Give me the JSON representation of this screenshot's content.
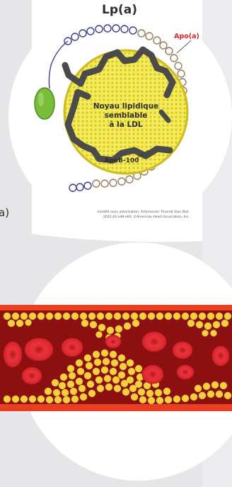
{
  "diagram": {
    "title": "Lp(a)",
    "labels": {
      "apo_a": "Apo(a)",
      "core_line1": "Noyau lipidique",
      "core_line2": "semblable",
      "core_line3": "à la LDL",
      "apob": "ApoB-100"
    },
    "credit": {
      "line1": "modifié avec autorisation, Arterioscler Thromb Vasc Biol.",
      "line2": "2022;42:e48-e60; ©American Heart Association, Inc."
    },
    "fragment_text": "a)"
  },
  "colors": {
    "page_bg": "#e6e6e8",
    "panel_bg": "#ffffff",
    "core_fill": "#f3ea5c",
    "core_dots": "#d8c61c",
    "apob_strand": "#4b4b4b",
    "apo_a_label": "#e2222b",
    "kringle_blue": "#3b3f8f",
    "kringle_brown": "#9c7b5a",
    "protease_green": "#7abd3a",
    "vessel_wall": "#e83e22",
    "blood": "#8c1010",
    "rbc": "#d9232c",
    "lipid_particle": "#f4d03c"
  }
}
